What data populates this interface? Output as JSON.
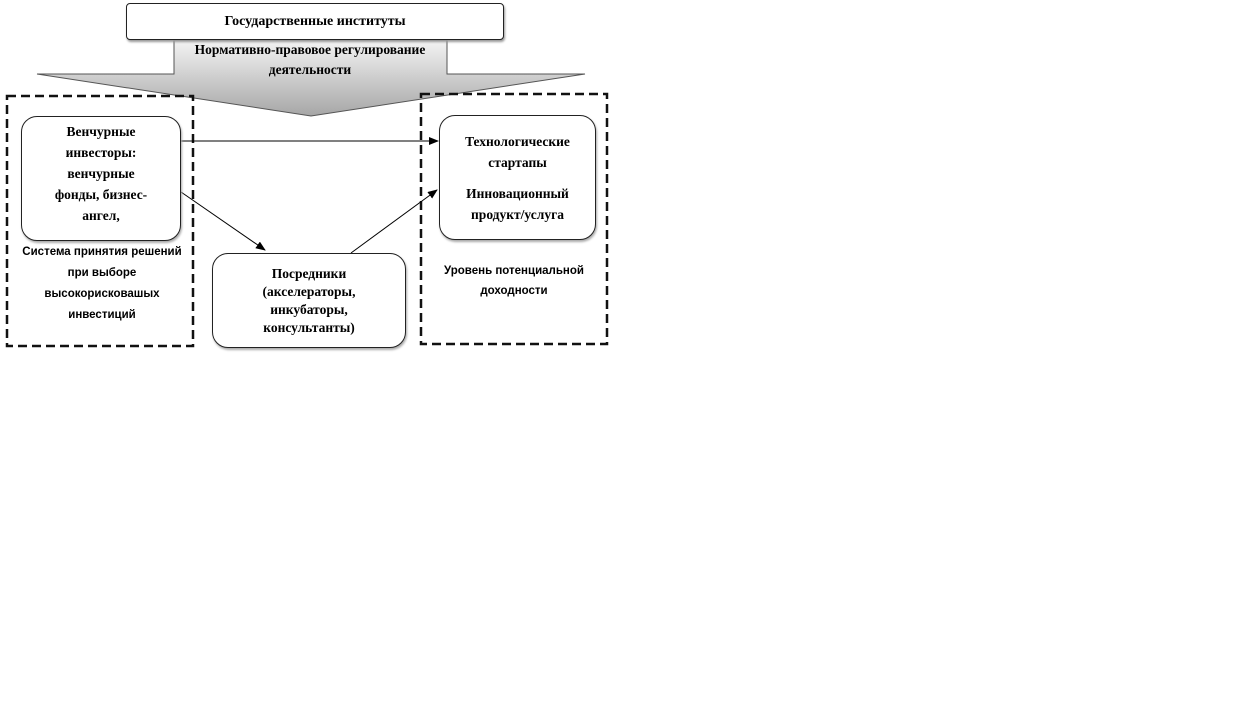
{
  "diagram": {
    "title": "Государственные институты",
    "regulation": "Нормативно-правовое регулирование деятельности",
    "investors": {
      "line1": "Венчурные",
      "line2": "инвесторы:",
      "line3": "венчурные",
      "line4": "фонды, бизнес-",
      "line5": "ангел,"
    },
    "decision_system": "Система принятия решений при выборе высокорисковашых инвестиций",
    "startups": {
      "line1": "Технологические",
      "line2": "стартапы",
      "line3": "Инновационный",
      "line4": "продукт/услуга"
    },
    "intermediaries": {
      "line1": "Посредники",
      "line2": "(акселераторы,",
      "line3": "инкубаторы,",
      "line4": "консультанты)"
    },
    "potential_level": "Уровень потенциальной доходности"
  }
}
